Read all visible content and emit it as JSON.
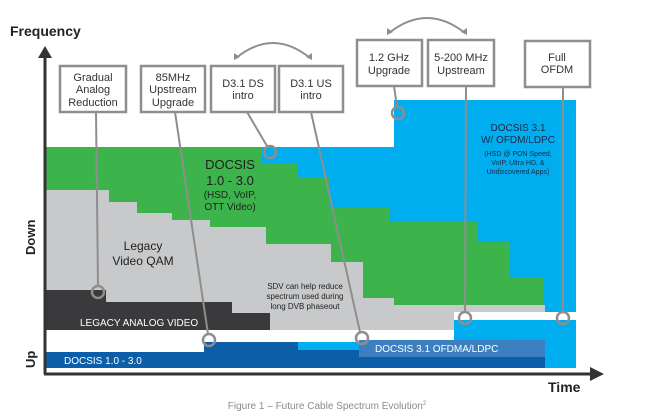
{
  "axes": {
    "y_label": "Frequency",
    "x_label": "Time",
    "down_label": "Down",
    "up_label": "Up"
  },
  "callouts": [
    {
      "lines": [
        "Gradual",
        "Analog",
        "Reduction"
      ]
    },
    {
      "lines": [
        "85MHz",
        "Upstream",
        "Upgrade"
      ]
    },
    {
      "lines": [
        "D3.1 DS",
        "intro"
      ]
    },
    {
      "lines": [
        "D3.1 US",
        "intro"
      ]
    },
    {
      "lines": [
        "1.2 GHz",
        "Upgrade"
      ]
    },
    {
      "lines": [
        "5-200 MHz",
        "Upstream"
      ]
    },
    {
      "lines": [
        "Full",
        "OFDM"
      ]
    }
  ],
  "regions": {
    "docsis_legacy": {
      "lines": [
        "DOCSIS",
        "1.0 - 3.0",
        "(HSD, VoIP,",
        "OTT Video)"
      ]
    },
    "legacy_qam": {
      "lines": [
        "Legacy",
        "Video QAM"
      ]
    },
    "sdv_note": {
      "lines": [
        "SDV can help reduce",
        "spectrum used during",
        "long DVB phaseout"
      ]
    },
    "analog": "LEGACY ANALOG VIDEO",
    "docsis31": {
      "lines": [
        "DOCSIS 3.1",
        "W/ OFDM/LDPC",
        "(HSD @ PON Speed,",
        "VoIP, Ultra HD, &",
        "Undiscovered Apps)"
      ]
    },
    "upstream_legacy": "DOCSIS 1.0 - 3.0",
    "upstream_31": "DOCSIS 3.1 OFDMA/LDPC"
  },
  "caption": {
    "text": "Figure 1 – Future Cable Spectrum Evolution",
    "superscript": "2"
  },
  "colors": {
    "green": "#3cb44b",
    "blue": "#00aeef",
    "gray": "#c8c9cb",
    "dark": "#3a3a3c",
    "navy_band": "#0d5ea8",
    "ofdma_box": "#3c80c2"
  }
}
